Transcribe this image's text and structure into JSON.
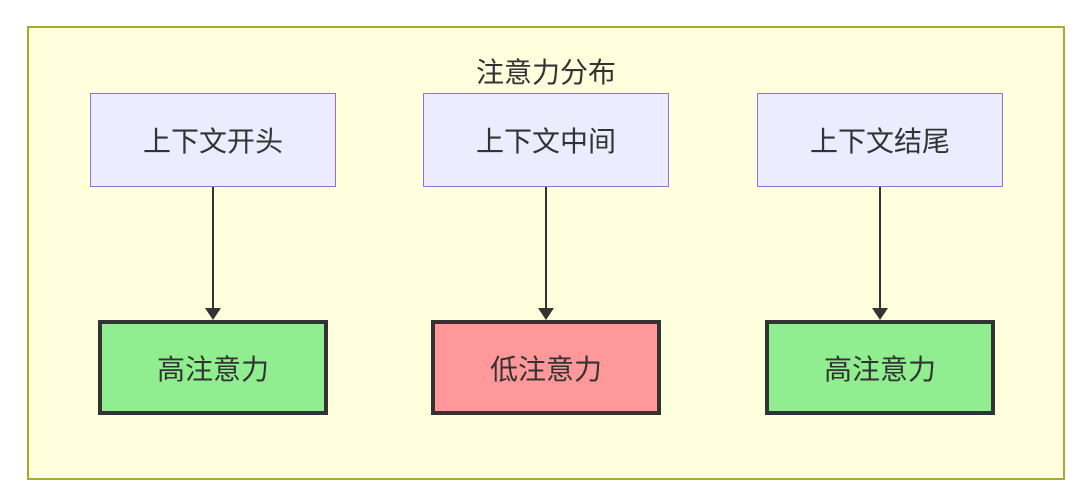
{
  "diagram": {
    "title": "注意力分布",
    "columns": [
      {
        "source_label": "上下文开头",
        "target_label": "高注意力",
        "attention_level": "high"
      },
      {
        "source_label": "上下文中间",
        "target_label": "低注意力",
        "attention_level": "low"
      },
      {
        "source_label": "上下文结尾",
        "target_label": "高注意力",
        "attention_level": "high"
      }
    ],
    "colors": {
      "frame_background": "#ffffde",
      "frame_border": "#aaaa33",
      "source_node_fill": "#ececff",
      "source_node_border": "#9370db",
      "high_attention_fill": "#90ee90",
      "low_attention_fill": "#ff9999",
      "target_node_border": "#333333",
      "arrow_color": "#333333",
      "text_color": "#333333"
    }
  }
}
